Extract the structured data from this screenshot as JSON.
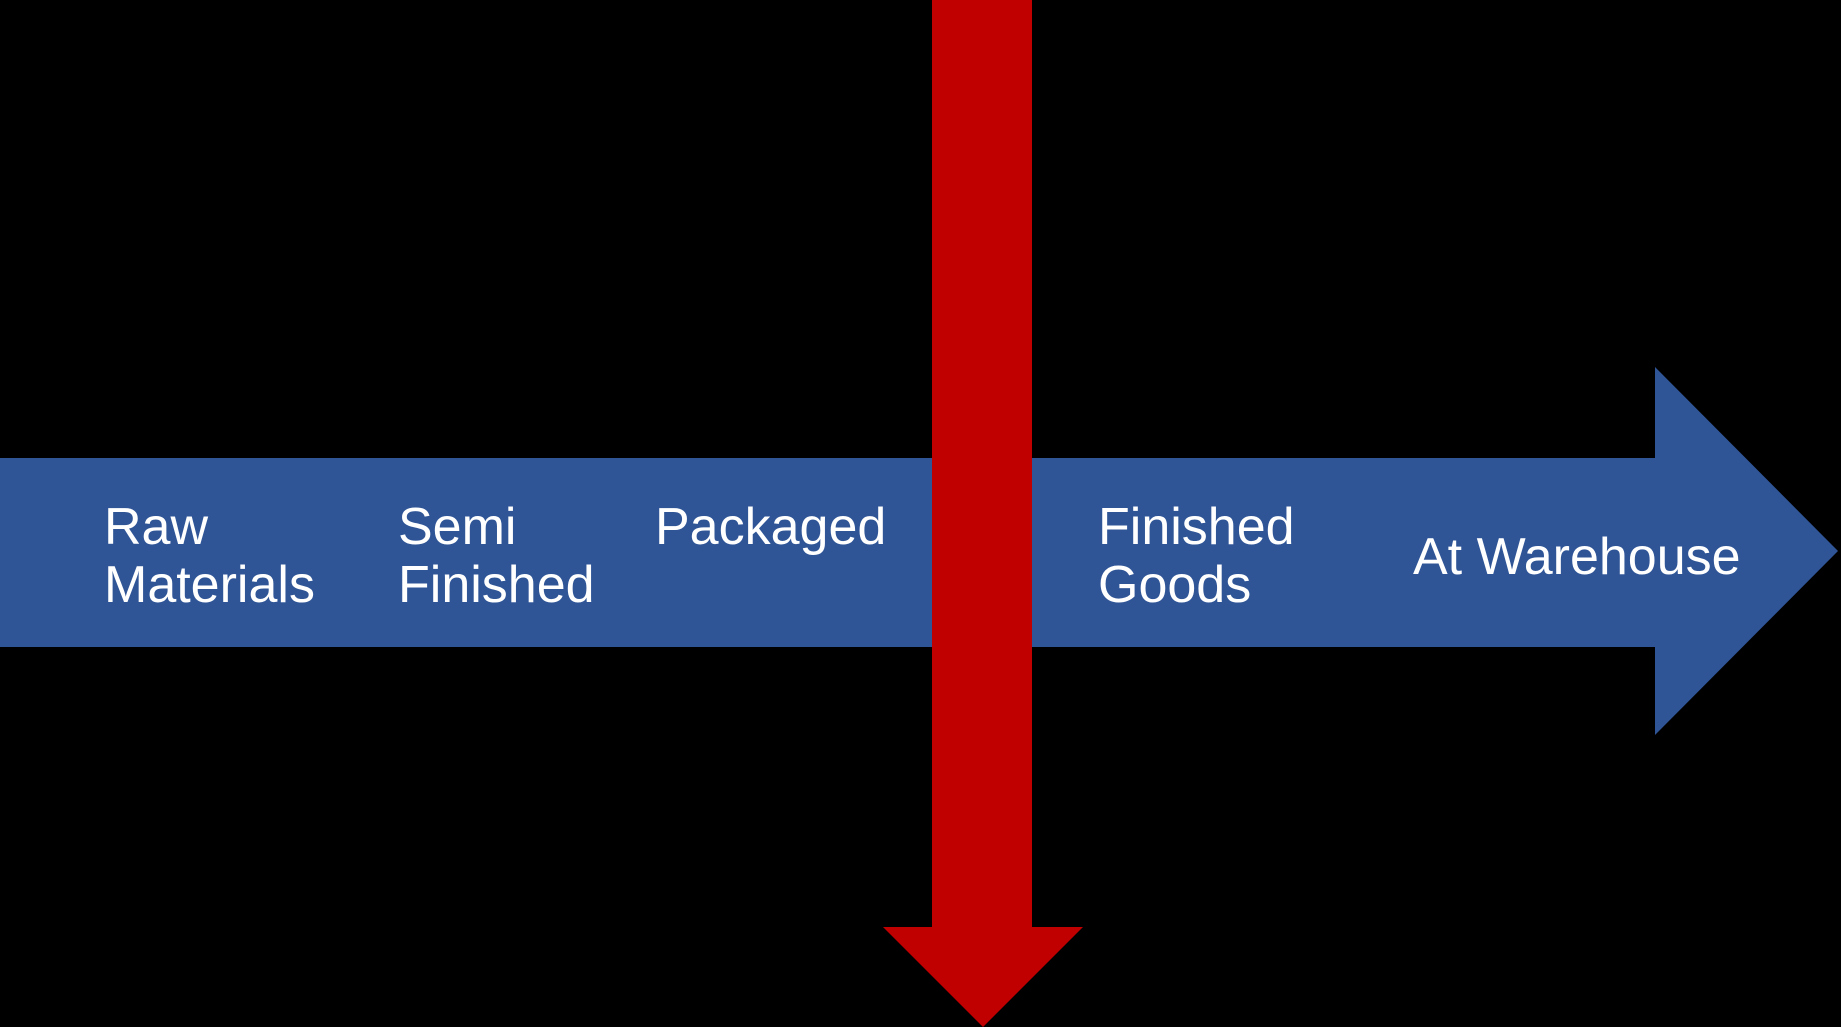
{
  "colors": {
    "background": "#000000",
    "flow_arrow": "#2F5597",
    "down_arrow": "#C00000",
    "label_text": "#FFFFFF"
  },
  "flow_arrow": {
    "shape": "right-arrow",
    "direction": "right",
    "stages": [
      {
        "label": "Raw\nMaterials"
      },
      {
        "label": "Semi\nFinished"
      },
      {
        "label": "Packaged"
      },
      {
        "label": "Finished\nGoods"
      },
      {
        "label": "At Warehouse"
      }
    ]
  },
  "down_arrow": {
    "shape": "down-arrow",
    "direction": "down"
  }
}
